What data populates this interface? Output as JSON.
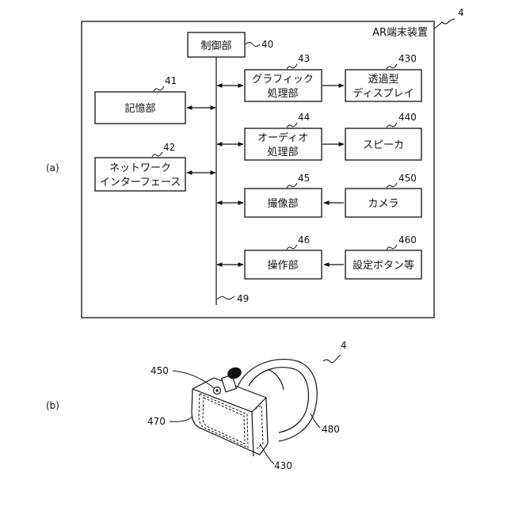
{
  "figure_a": {
    "panel_label": "(a)",
    "terminal_ref": "4",
    "terminal_title": "AR端末装置",
    "bus_ref": "49",
    "blocks": {
      "control": {
        "lines": [
          "制御部"
        ],
        "ref": "40"
      },
      "storage": {
        "lines": [
          "記憶部"
        ],
        "ref": "41"
      },
      "network": {
        "lines": [
          "ネットワーク",
          "インターフェース"
        ],
        "ref": "42"
      },
      "graphics": {
        "lines": [
          "グラフィック",
          "処理部"
        ],
        "ref": "43"
      },
      "audio": {
        "lines": [
          "オーディオ",
          "処理部"
        ],
        "ref": "44"
      },
      "imaging": {
        "lines": [
          "撮像部"
        ],
        "ref": "45"
      },
      "operation": {
        "lines": [
          "操作部"
        ],
        "ref": "46"
      },
      "display": {
        "lines": [
          "透過型",
          "ディスプレイ"
        ],
        "ref": "430"
      },
      "speaker": {
        "lines": [
          "スピーカ"
        ],
        "ref": "440"
      },
      "camera": {
        "lines": [
          "カメラ"
        ],
        "ref": "450"
      },
      "buttons": {
        "lines": [
          "設定ボタン等"
        ],
        "ref": "460"
      }
    }
  },
  "figure_b": {
    "panel_label": "(b)",
    "device_ref": "4",
    "camera_ref": "450",
    "housing_ref": "470",
    "strap_ref": "480",
    "display_ref": "430"
  }
}
